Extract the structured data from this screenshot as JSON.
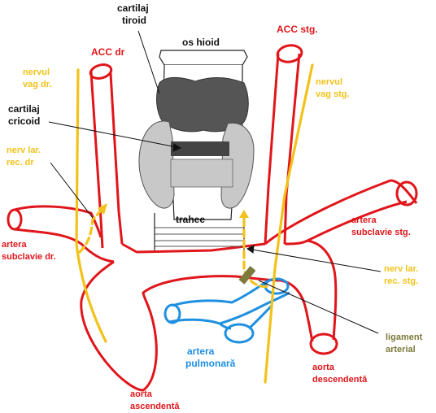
{
  "colors": {
    "vessel": "#e0161b",
    "nerve": "#f2c21a",
    "pulmonary": "#1f8fe0",
    "ligament": "#7d7a3c",
    "label_dark": "#111111",
    "cartilage": "#555555",
    "gland": "#c8c8c8",
    "hyoid": "#ffffff"
  },
  "labels": {
    "cartilaj_tiroid": [
      "cartilaj",
      "tiroid"
    ],
    "os_hioid": "os hioid",
    "acc_dr": "ACC dr",
    "acc_stg": "ACC stg.",
    "nervul_vag_dr": [
      "nervul",
      "vag dr."
    ],
    "nervul_vag_stg": [
      "nervul",
      "vag stg."
    ],
    "cartilaj_cricoid": [
      "cartilaj",
      "cricoid"
    ],
    "nerv_lar_rec_dr": [
      "nerv lar.",
      "rec. dr"
    ],
    "artera_subclavie_dr": [
      "artera",
      "subclavie dr."
    ],
    "trahee": "trahee",
    "artera_subclavie_stg": [
      "artera",
      "subclavie stg."
    ],
    "nerv_lar_rec_stg": [
      "nerv lar.",
      "rec. stg."
    ],
    "ligament_arterial": [
      "ligament",
      "arterial"
    ],
    "artera_pulmonara": [
      "artera",
      "pulmonară"
    ],
    "aorta_descendenta": [
      "aorta",
      "descendentă"
    ],
    "aorta_ascendenta": [
      "aorta",
      "ascendentă"
    ]
  }
}
